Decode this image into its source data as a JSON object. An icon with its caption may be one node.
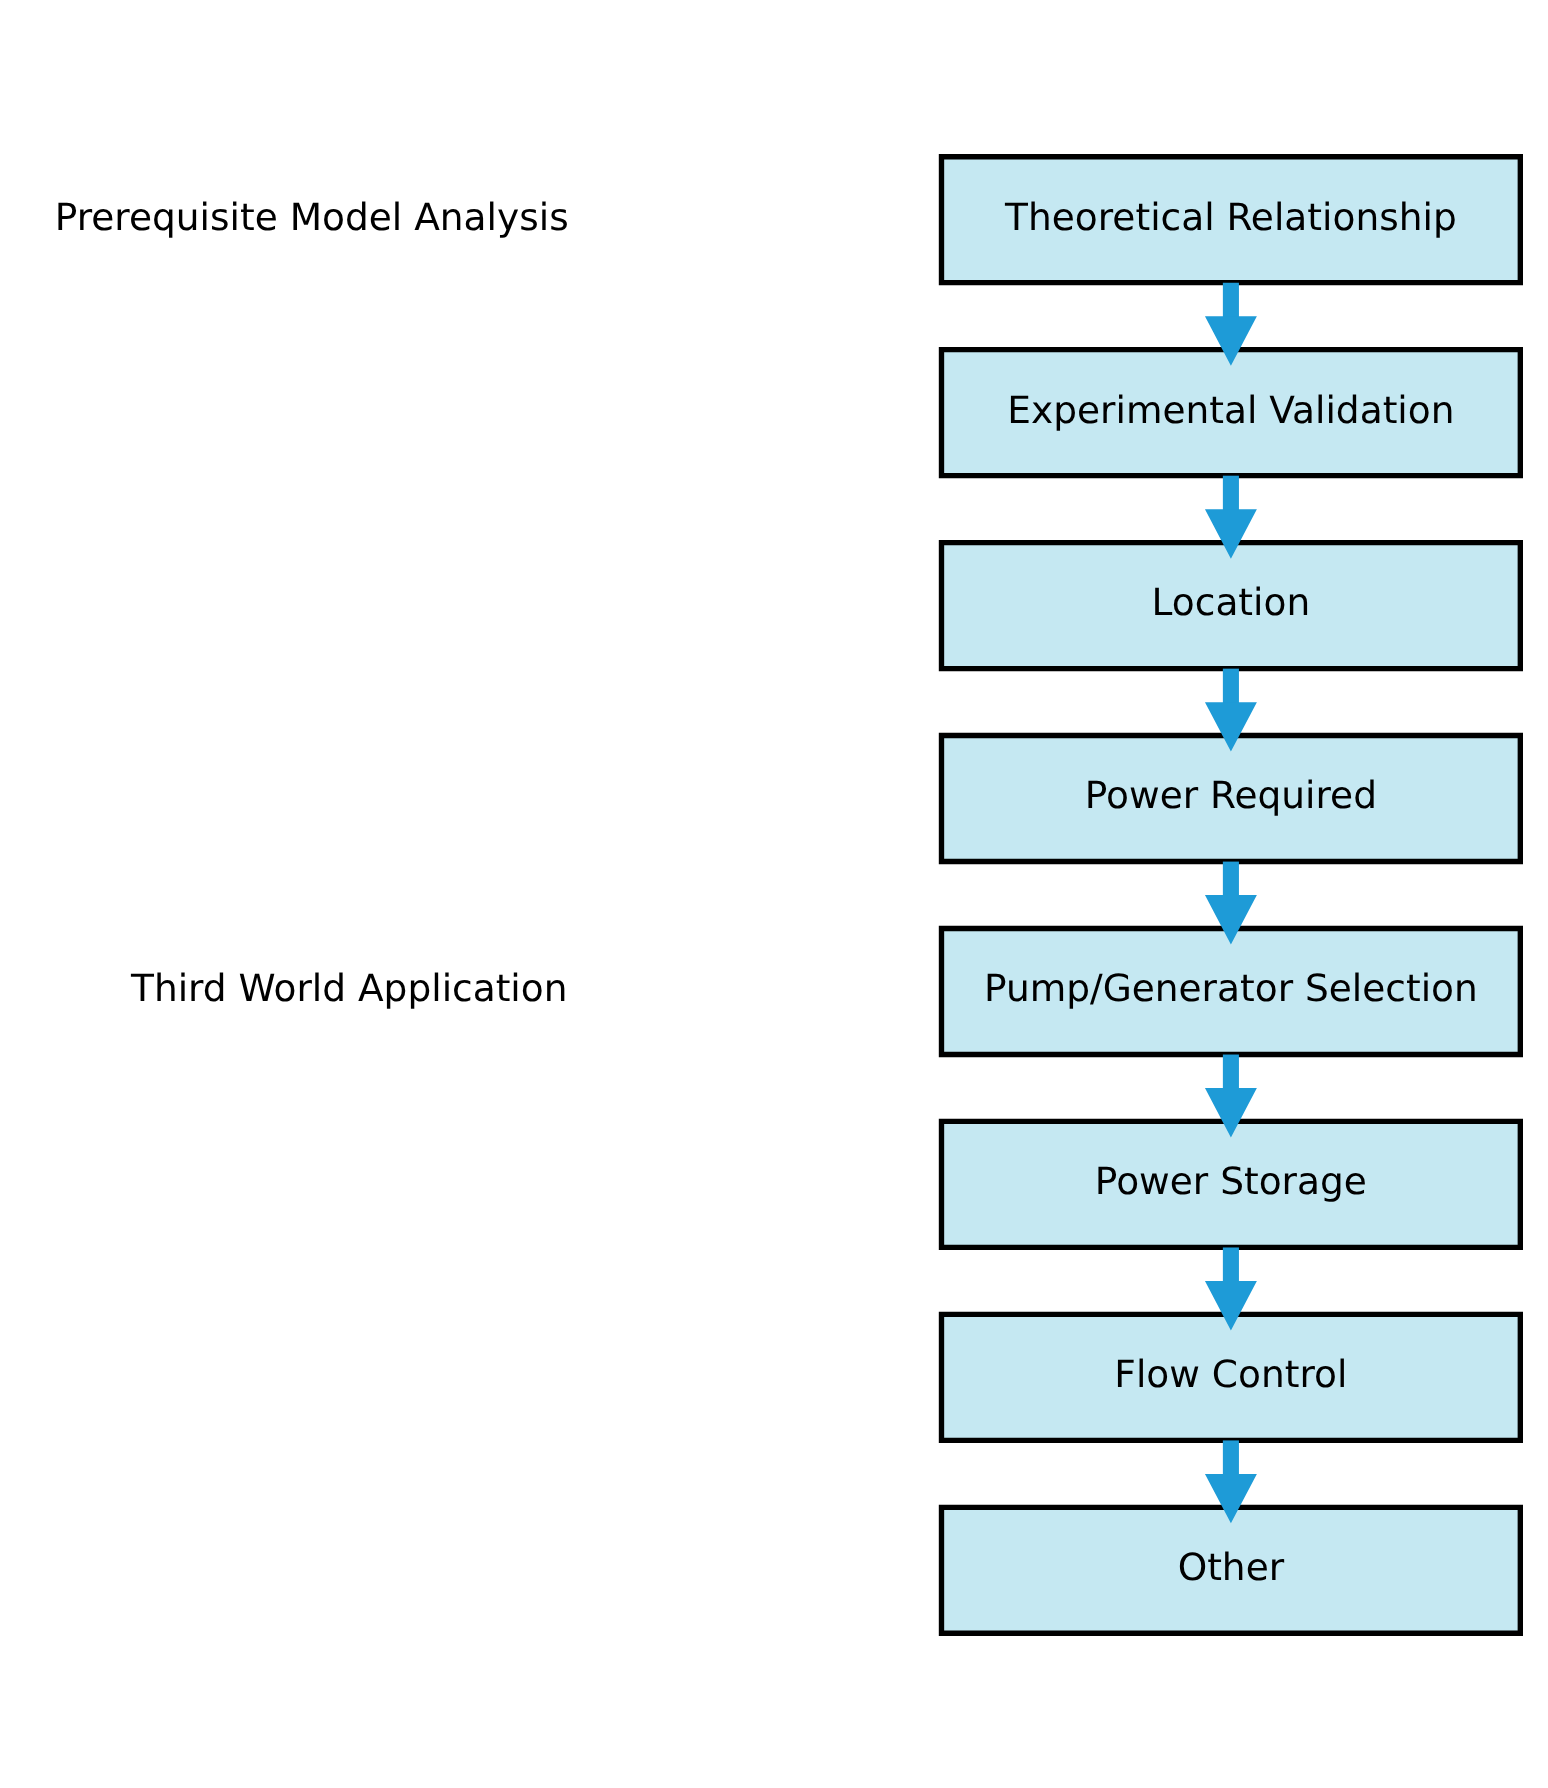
{
  "diagram": {
    "nodes": [
      {
        "text": [
          "Theoretical Relationship"
        ]
      },
      {
        "text": [
          "Experimental Validation"
        ]
      },
      {
        "text": [
          "Location"
        ]
      },
      {
        "text": [
          "Power Required"
        ]
      },
      {
        "text": [
          "Pump/Generator Selection"
        ]
      },
      {
        "text": [
          "Power Storage"
        ]
      },
      {
        "text": [
          "Flow Control"
        ]
      },
      {
        "text": [
          "Other"
        ]
      }
    ],
    "edges": [
      {
        "from": 0,
        "to": 1,
        "arrow": "to"
      },
      {
        "from": 1,
        "to": 2,
        "arrow": "to"
      },
      {
        "from": 2,
        "to": 3,
        "arrow": "to"
      },
      {
        "from": 3,
        "to": 4,
        "arrow": "to"
      },
      {
        "from": 4,
        "to": 5,
        "arrow": "to"
      },
      {
        "from": 5,
        "to": 6,
        "arrow": "to"
      },
      {
        "from": 6,
        "to": 7,
        "arrow": "to"
      }
    ],
    "labels": [
      "Prerequisite Model Analysis",
      "Third World Application"
    ]
  }
}
